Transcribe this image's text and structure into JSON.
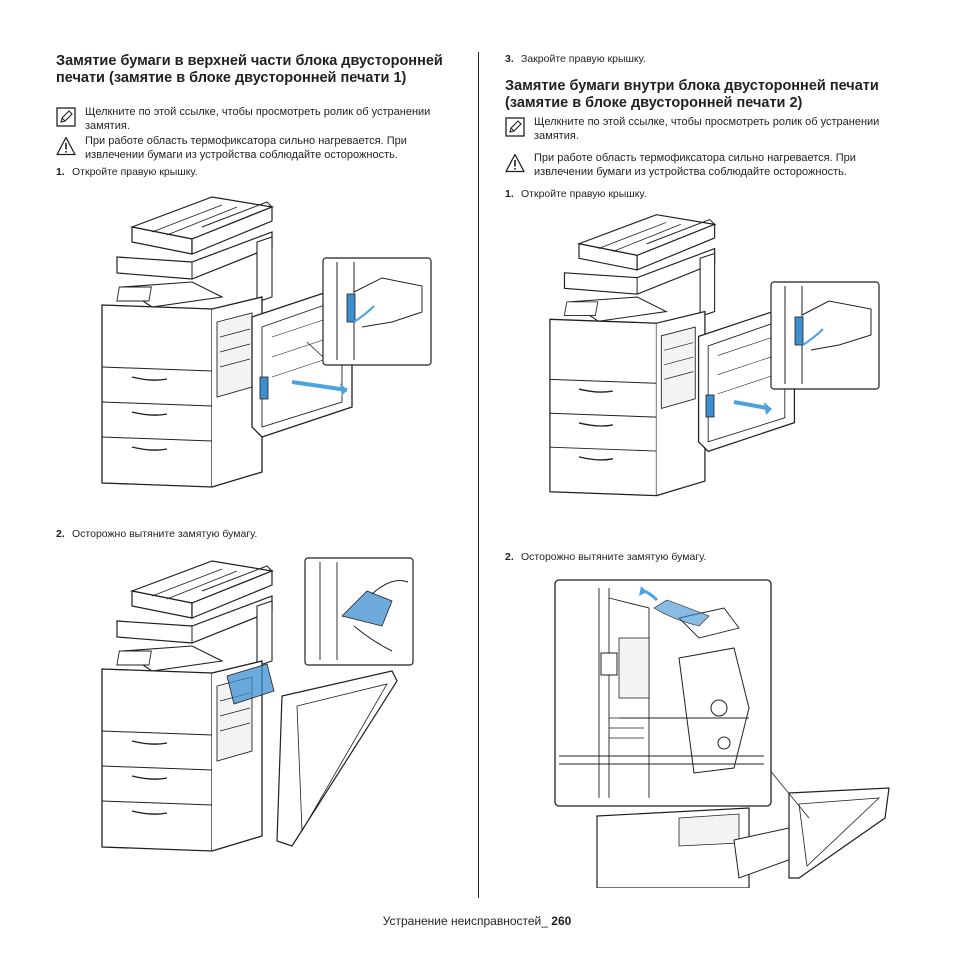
{
  "left": {
    "heading": "Замятие бумаги в верхней части блока двусторонней печати (замятие в блоке двусторонней печати 1)",
    "note_video": "Щелкните по этой ссылке, чтобы просмотреть ролик об устранении замятия.",
    "note_warning": "При работе область термофиксатора сильно нагревается. При извлечении бумаги из устройства соблюдайте осторожность.",
    "steps": [
      {
        "num": "1.",
        "text": "Откройте правую крышку."
      },
      {
        "num": "2.",
        "text": "Осторожно вытяните замятую бумагу."
      }
    ]
  },
  "right": {
    "step3": {
      "num": "3.",
      "text": "Закройте правую крышку."
    },
    "heading": "Замятие бумаги внутри блока двусторонней печати (замятие в блоке двусторонней печати 2)",
    "note_video": "Щелкните по этой ссылке, чтобы просмотреть ролик об устранении замятия.",
    "note_warning": "При работе область термофиксатора сильно нагревается. При извлечении бумаги из устройства соблюдайте осторожность.",
    "steps": [
      {
        "num": "1.",
        "text": "Откройте правую крышку."
      },
      {
        "num": "2.",
        "text": "Осторожно вытяните замятую бумагу."
      }
    ]
  },
  "footer": {
    "section": "Устранение неисправностей_",
    "page": "260"
  },
  "icons": {
    "note": "pencil-note-icon",
    "warning": "warning-triangle-icon"
  },
  "colors": {
    "text": "#231f20",
    "highlight": "#3c8fd1",
    "arrow": "#4aa3df"
  }
}
